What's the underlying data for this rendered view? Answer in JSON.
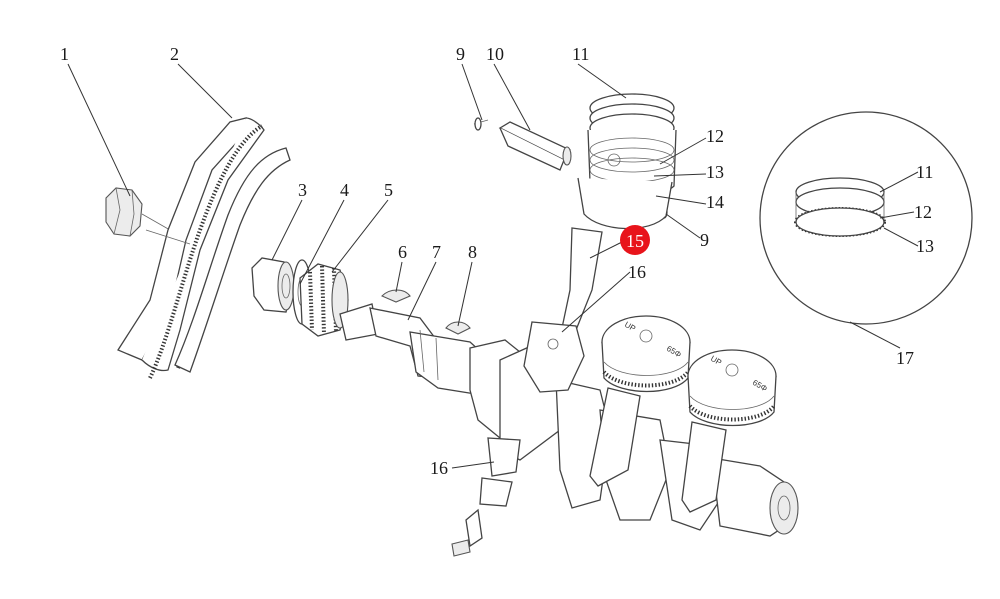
{
  "labels": {
    "l1": "1",
    "l2": "2",
    "l3": "3",
    "l4": "4",
    "l5": "5",
    "l6": "6",
    "l7": "7",
    "l8": "8",
    "l9a": "9",
    "l9b": "9",
    "l10": "10",
    "l11a": "11",
    "l11b": "11",
    "l12a": "12",
    "l12b": "12",
    "l13a": "13",
    "l13b": "13",
    "l14": "14",
    "l15": "15",
    "l16a": "16",
    "l16b": "16",
    "l17": "17"
  },
  "piston_markings": {
    "up": "UP",
    "size": "65Φ"
  },
  "colors": {
    "highlight": "#e8141b",
    "line": "#333333"
  }
}
